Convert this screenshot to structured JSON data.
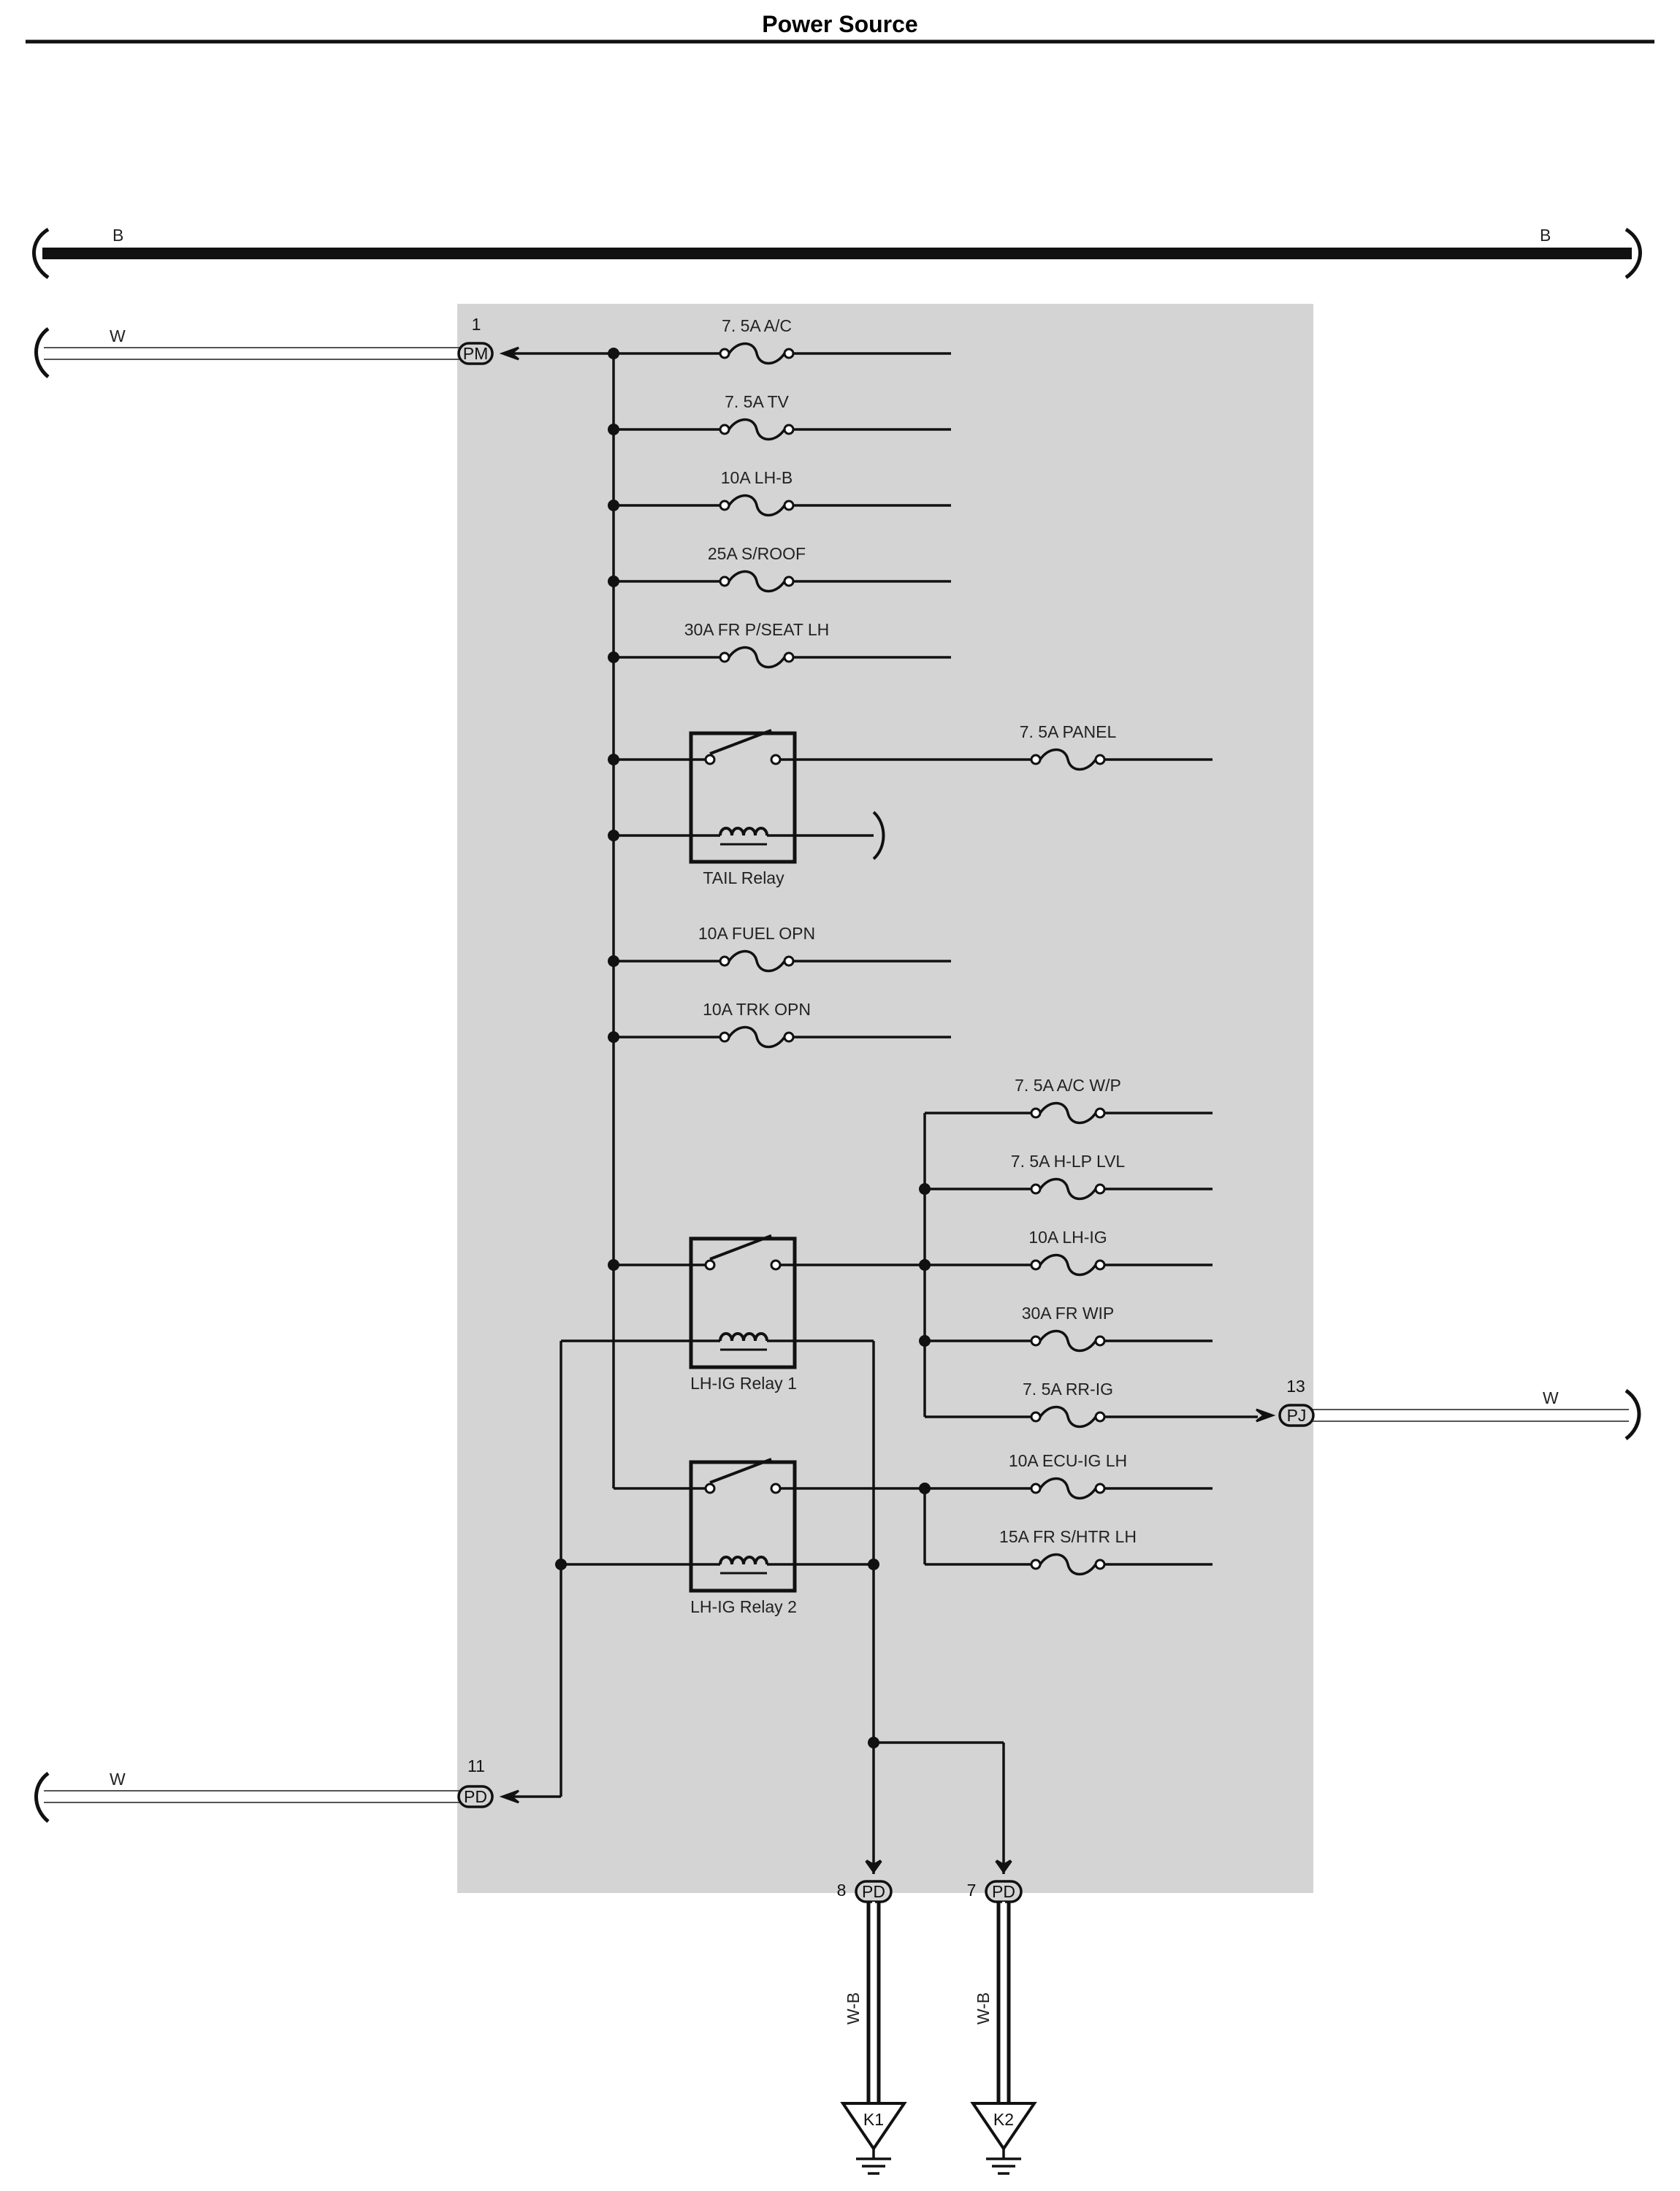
{
  "page_title": "Power Source",
  "bus": {
    "left_label": "B",
    "right_label": "B"
  },
  "wires": {
    "pm_in_color": "W",
    "pd_in_color": "W",
    "pj_out_color": "W",
    "ground1_color": "W-B",
    "ground2_color": "W-B"
  },
  "connectors": {
    "pm": {
      "code": "PM",
      "pin": "1"
    },
    "pj": {
      "code": "PJ",
      "pin": "13"
    },
    "pd11": {
      "code": "PD",
      "pin": "11"
    },
    "pd8": {
      "code": "PD",
      "pin": "8"
    },
    "pd7": {
      "code": "PD",
      "pin": "7"
    }
  },
  "fuses": [
    "7. 5A A/C",
    "7. 5A TV",
    "10A LH-B",
    "25A S/ROOF",
    "30A FR P/SEAT LH",
    "7. 5A PANEL",
    "10A FUEL OPN",
    "10A TRK OPN",
    "7. 5A A/C W/P",
    "7. 5A H-LP LVL",
    "10A LH-IG",
    "30A FR WIP",
    "7. 5A RR-IG",
    "10A ECU-IG LH",
    "15A FR S/HTR LH"
  ],
  "relays": {
    "tail": "TAIL Relay",
    "lhig1": "LH-IG Relay 1",
    "lhig2": "LH-IG Relay 2"
  },
  "grounds": {
    "k1": "K1",
    "k2": "K2"
  },
  "colors": {
    "junction_block": "#d4d4d4",
    "wire": "#111111"
  }
}
